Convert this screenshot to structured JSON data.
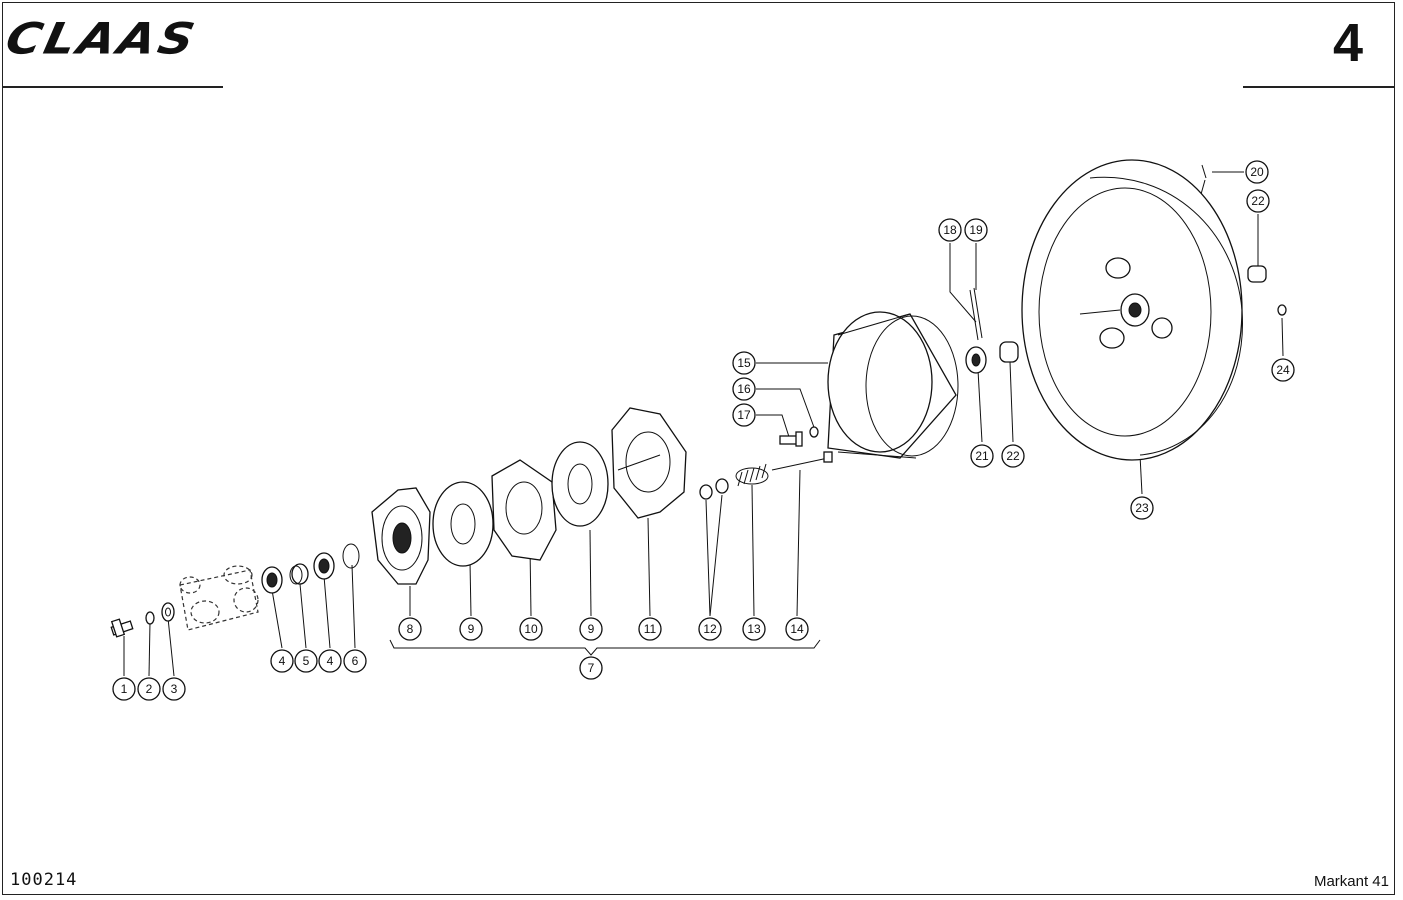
{
  "header": {
    "brand": "CLAAS",
    "page_number": "4"
  },
  "footer": {
    "doc_number": "100214",
    "model": "Markant 41"
  },
  "callouts": [
    "1",
    "2",
    "3",
    "4",
    "5",
    "4",
    "6",
    "8",
    "9",
    "10",
    "9",
    "11",
    "12",
    "13",
    "14",
    "7",
    "15",
    "16",
    "17",
    "18",
    "19",
    "21",
    "22",
    "20",
    "22",
    "24",
    "23"
  ]
}
